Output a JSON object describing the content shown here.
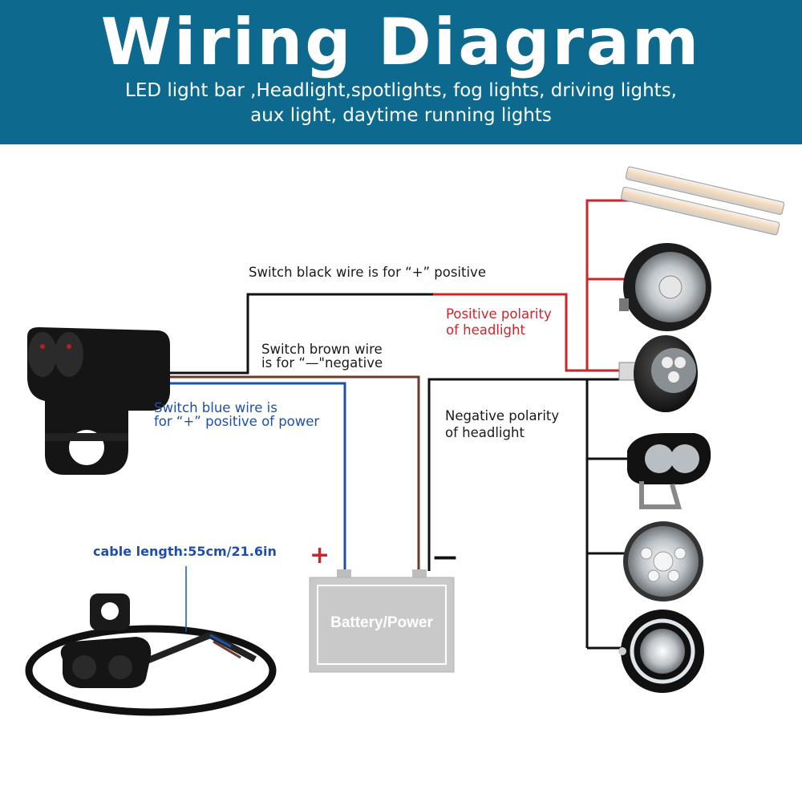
{
  "header": {
    "title": "Wiring Diagram",
    "subtitle_line1": "LED light bar ,Headlight,spotlights, fog lights, driving lights,",
    "subtitle_line2": "aux light, daytime running lights"
  },
  "labels": {
    "black_wire_positive": "Switch black wire is for “+” positive",
    "brown_wire_line1": "Switch brown wire",
    "brown_wire_line2": "is for “—\"negative",
    "blue_wire_line1": "Switch blue wire is",
    "blue_wire_line2": "for “+” positive of power",
    "positive_headlight_line1": "Positive polarity",
    "positive_headlight_line2": "of headlight",
    "negative_headlight_line1": "Negative polarity",
    "negative_headlight_line2": "of headlight",
    "cable_length": "cable length:55cm/21.6in",
    "battery": "Battery/Power",
    "plus_sign": "+",
    "minus_sign": "—"
  },
  "colors": {
    "header_bg": "#0d6a8e",
    "wire_black": "#111111",
    "wire_red": "#d2232a",
    "wire_blue": "#1f4fa8",
    "wire_brown": "#6b3a2a",
    "battery": "#c9c9c9"
  },
  "icons": {
    "switch": "handlebar-switch-icon",
    "switch_cable": "switch-with-cable-icon",
    "battery": "battery-icon",
    "lights": [
      "led-light-bar-icon",
      "round-headlight-icon",
      "spotlight-icon",
      "fog-light-icon",
      "round-led-light-icon",
      "halo-headlight-icon"
    ]
  }
}
